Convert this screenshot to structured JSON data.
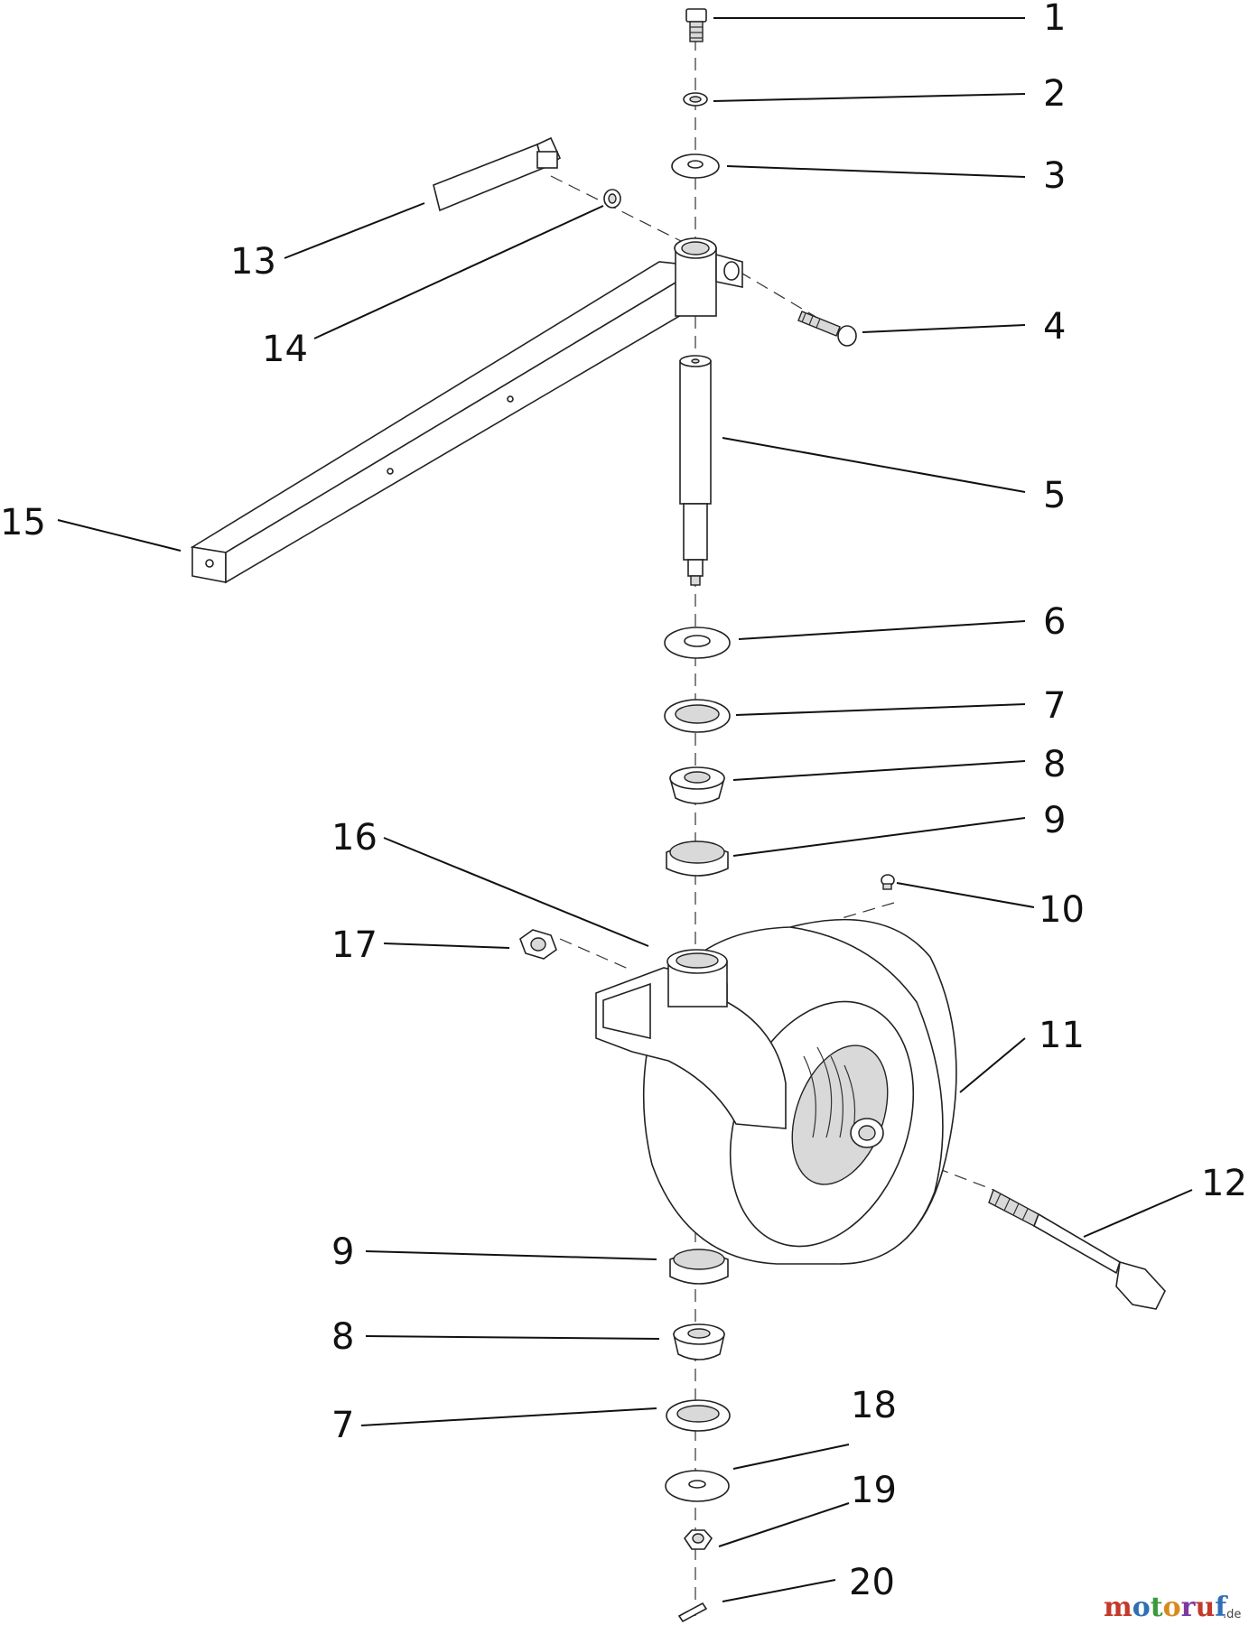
{
  "callouts": [
    "1",
    "2",
    "3",
    "4",
    "5",
    "6",
    "7",
    "8",
    "9",
    "10",
    "11",
    "12",
    "13",
    "14",
    "15",
    "16",
    "17",
    "7",
    "8",
    "9",
    "18",
    "19",
    "20"
  ],
  "watermark": {
    "text": "motoruf",
    "suffix": ".de",
    "colors": [
      "#c23a2b",
      "#2f6fb5",
      "#3a9a3a",
      "#d88a1a",
      "#7a3aa0",
      "#c23a2b",
      "#2f6fb5"
    ]
  }
}
